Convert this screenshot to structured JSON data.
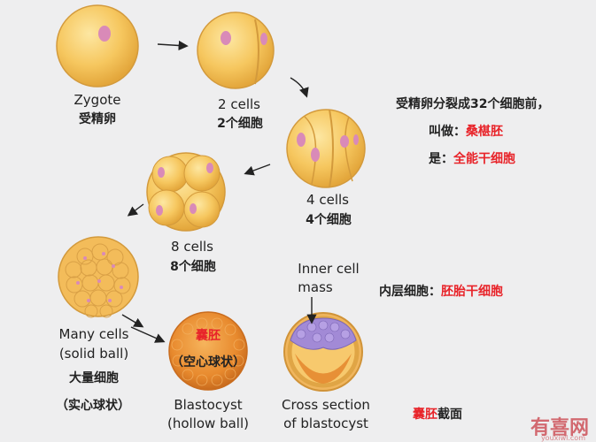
{
  "stages": {
    "zygote": {
      "en": "Zygote",
      "zh": "受精卵"
    },
    "two_cells": {
      "en": "2 cells",
      "zh": "2个细胞"
    },
    "four_cells": {
      "en": "4 cells",
      "zh": "4个细胞"
    },
    "eight_cells": {
      "en": "8 cells",
      "zh": "8个细胞"
    },
    "many_cells": {
      "en_line1": "Many cells",
      "en_line2": "(solid ball)",
      "zh_line1": "大量细胞",
      "zh_line2": "（实心球状）"
    },
    "blastocyst": {
      "inner_zh_line1": "囊胚",
      "inner_zh_line2": "（空心球状）",
      "en_line1": "Blastocyst",
      "en_line2": "(hollow ball)"
    },
    "cross_section": {
      "inner_label_line1": "Inner cell",
      "inner_label_line2": "mass",
      "en_line1": "Cross section",
      "en_line2": "of blastocyst"
    }
  },
  "notes": {
    "morula_line1": "受精卵分裂成32个细胞前，",
    "morula_line2_prefix": "叫做：",
    "morula_line2_red": "桑椹胚",
    "morula_line3_prefix": "是：",
    "morula_line3_red": "全能干细胞",
    "inner_prefix": "内层细胞：",
    "inner_red": "胚胎干细胞",
    "section_red": "囊胚",
    "section_suffix": "截面"
  },
  "watermark": {
    "main": "有喜网",
    "sub": "youxiwl.com"
  },
  "colors": {
    "accent_red": "#e8242a",
    "cell": "#f6c75f",
    "nucleus": "#d98ab8",
    "inner_mass": "#a28ad6"
  }
}
